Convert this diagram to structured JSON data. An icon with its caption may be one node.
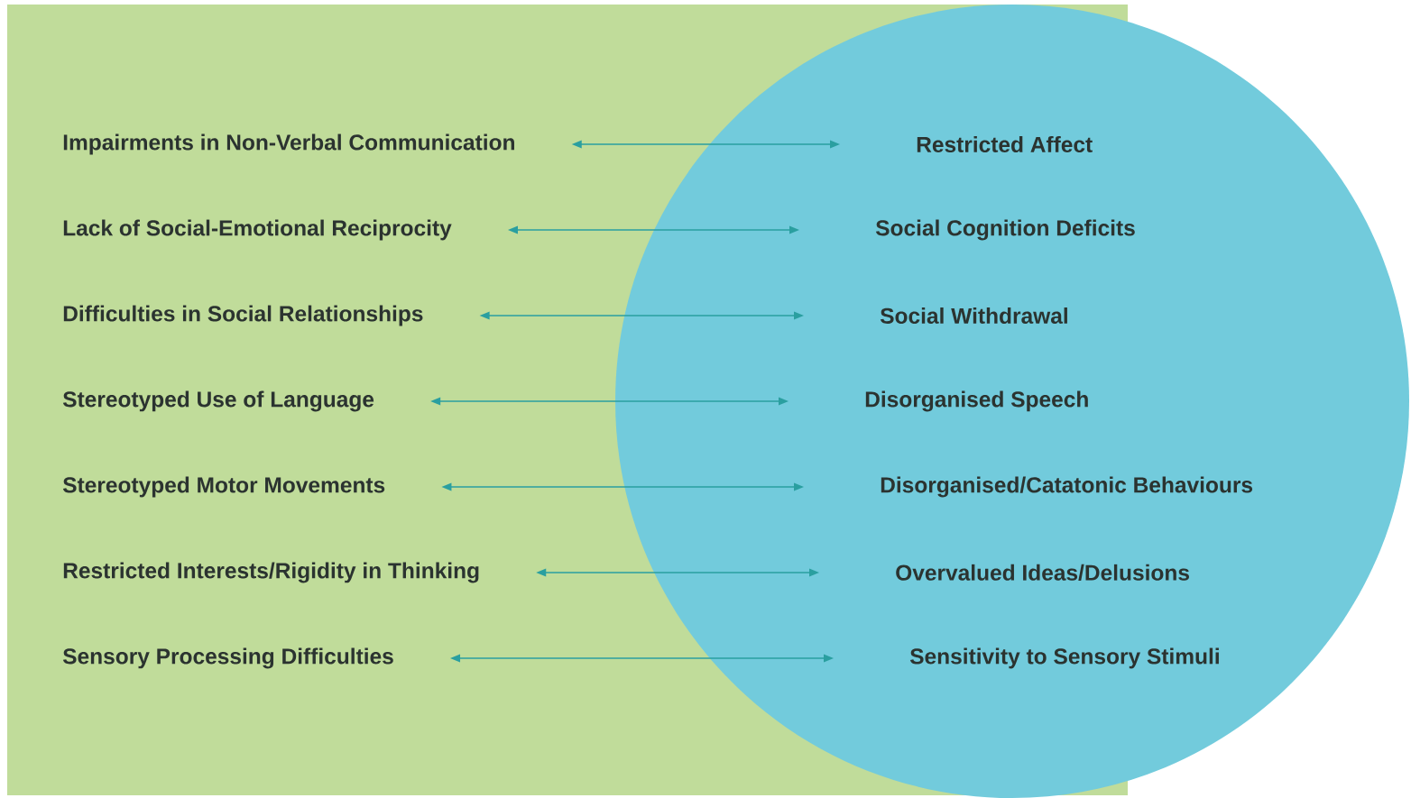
{
  "diagram": {
    "nodes": [
      {
        "text": [
          "Impairments in Non-Verbal Communication"
        ]
      },
      {
        "text": [
          "Lack of Social-Emotional Reciprocity"
        ]
      },
      {
        "text": [
          "Difficulties in Social Relationships"
        ]
      },
      {
        "text": [
          "Stereotyped Use of Language"
        ]
      },
      {
        "text": [
          "Stereotyped Motor Movements"
        ]
      },
      {
        "text": [
          "Restricted Interests/Rigidity in Thinking"
        ]
      },
      {
        "text": [
          "Sensory Processing Difficulties"
        ]
      },
      {
        "text": [
          "Restricted Affect"
        ]
      },
      {
        "text": [
          "Social Cognition Deficits"
        ]
      },
      {
        "text": [
          "Social Withdrawal"
        ]
      },
      {
        "text": [
          "Disorganised Speech"
        ]
      },
      {
        "text": [
          "Disorganised/Catatonic Behaviours"
        ]
      },
      {
        "text": [
          "Overvalued Ideas/Delusions"
        ]
      },
      {
        "text": [
          "Sensitivity to Sensory Stimuli"
        ]
      }
    ],
    "edges": [
      {
        "from": 0,
        "to": 7,
        "arrow": "both"
      },
      {
        "from": 1,
        "to": 8,
        "arrow": "both"
      },
      {
        "from": 2,
        "to": 9,
        "arrow": "both"
      },
      {
        "from": 3,
        "to": 10,
        "arrow": "both"
      },
      {
        "from": 4,
        "to": 11,
        "arrow": "both"
      },
      {
        "from": 5,
        "to": 12,
        "arrow": "both"
      },
      {
        "from": 6,
        "to": 13,
        "arrow": "both"
      }
    ]
  }
}
